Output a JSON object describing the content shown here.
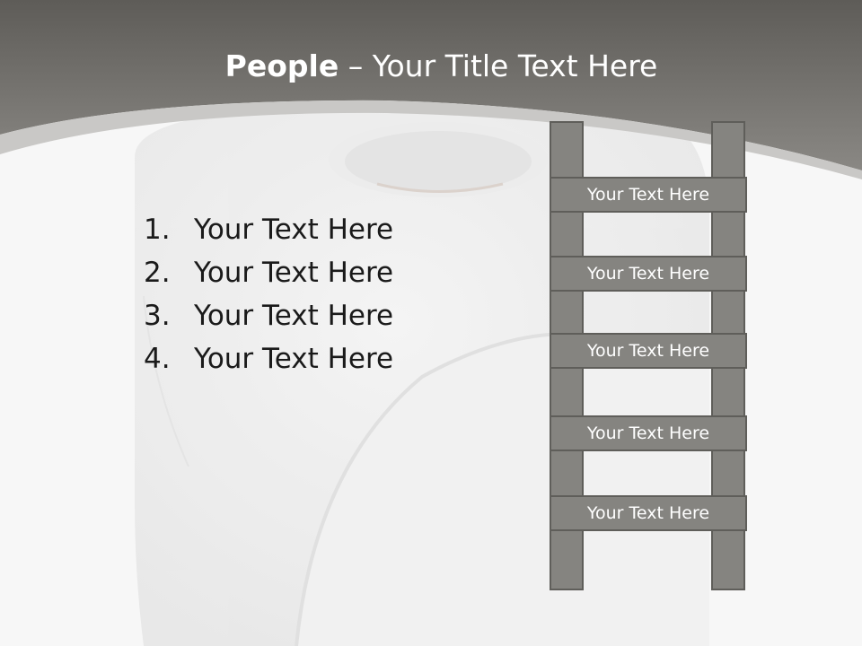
{
  "slide": {
    "title_bold": "People",
    "title_rest": " – Your Title Text Here"
  },
  "list": {
    "items": [
      {
        "number": "1.",
        "text": "Your Text Here"
      },
      {
        "number": "2.",
        "text": "Your Text Here"
      },
      {
        "number": "3.",
        "text": "Your Text Here"
      },
      {
        "number": "4.",
        "text": "Your Text Here"
      }
    ]
  },
  "ladder": {
    "rungs": [
      "Your Text Here",
      "Your Text Here",
      "Your Text Here",
      "Your Text Here",
      "Your Text Here"
    ]
  },
  "colors": {
    "header_top": "#5e5c58",
    "header_bottom": "#8a8884",
    "ladder_fill": "#858480",
    "ladder_border": "#5f5e5a",
    "text_dark": "#1a1a1a"
  }
}
